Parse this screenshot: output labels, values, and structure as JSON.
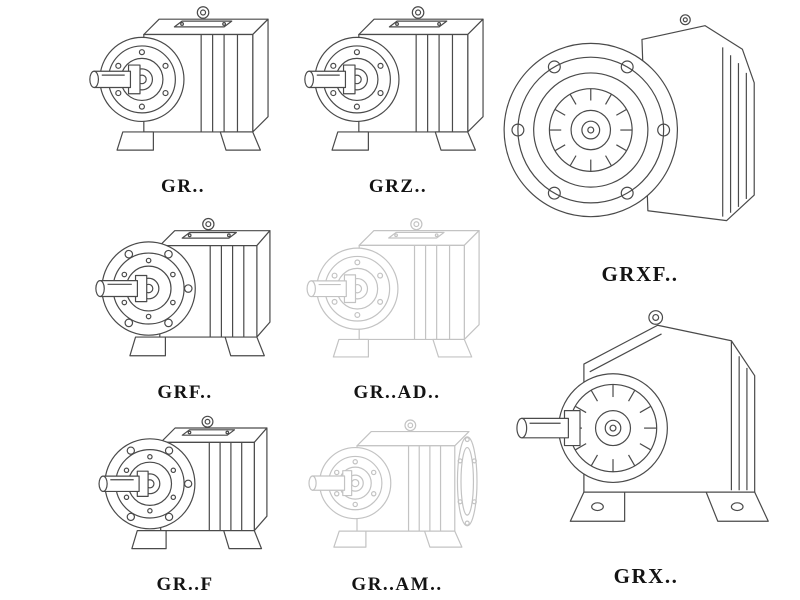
{
  "page": {
    "background": "#ffffff",
    "description": "Catalog sheet of helical gear reducer model line drawings"
  },
  "catalog": {
    "colors": {
      "line": "#4a4a4a",
      "faded_line": "#c3c3c3",
      "label_text": "#141414"
    },
    "items": [
      {
        "id": "gr",
        "label": "GR..",
        "style": "solid",
        "drawing": "foot-mounted-helical-reducer"
      },
      {
        "id": "grz",
        "label": "GRZ..",
        "style": "solid",
        "drawing": "foot-mounted-helical-reducer"
      },
      {
        "id": "grxf",
        "label": "GRXF..",
        "style": "solid",
        "drawing": "flange-mounted-reducer-front-flange"
      },
      {
        "id": "grf",
        "label": "GRF..",
        "style": "solid",
        "drawing": "flange-face-helical-reducer"
      },
      {
        "id": "grad",
        "label": "GR..AD..",
        "style": "faded",
        "drawing": "reducer-with-input-adapter"
      },
      {
        "id": "grx",
        "label": "GRX..",
        "style": "solid",
        "drawing": "large-foot-mounted-reducer"
      },
      {
        "id": "grf2",
        "label": "GR..F",
        "style": "solid",
        "drawing": "flange-face-helical-reducer"
      },
      {
        "id": "gram",
        "label": "GR..AM..",
        "style": "faded",
        "drawing": "reducer-with-motor-adapter-flange"
      }
    ]
  }
}
